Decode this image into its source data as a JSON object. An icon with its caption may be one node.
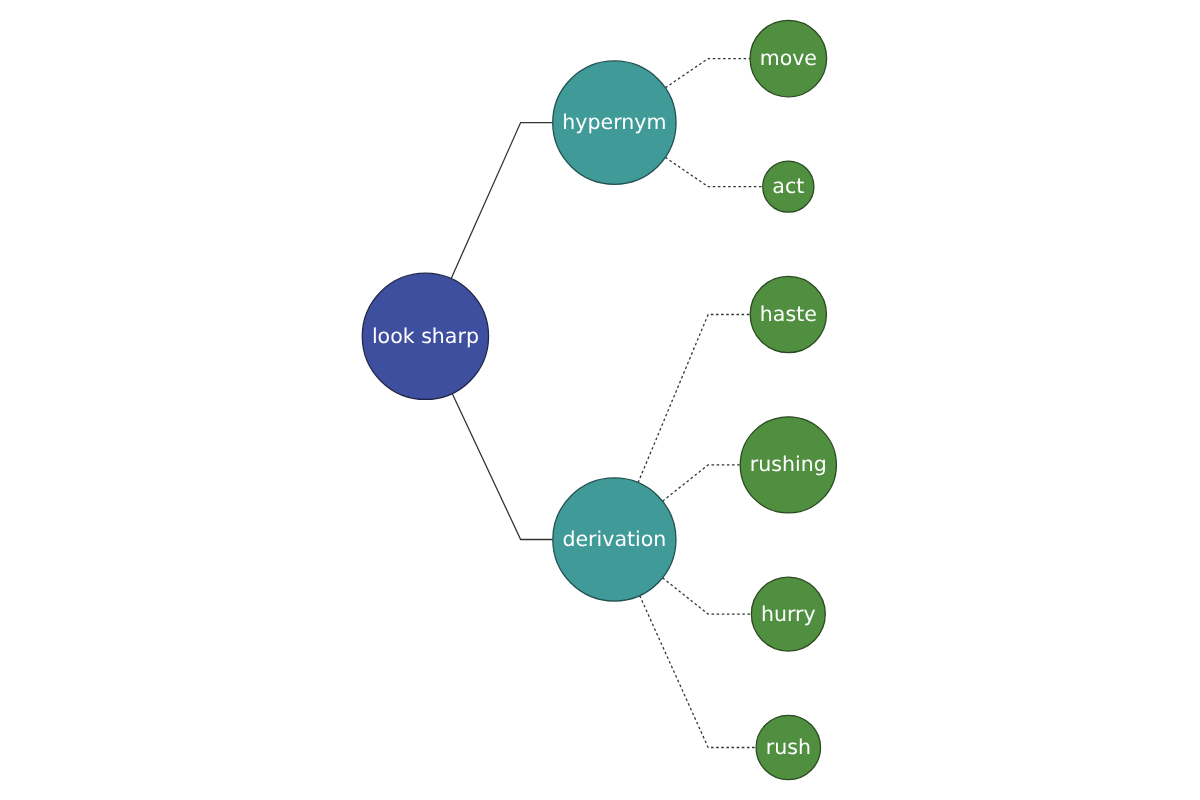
{
  "diagram": {
    "nodes": [
      {
        "text": [
          "haste"
        ]
      },
      {
        "text": [
          "rushing"
        ]
      },
      {
        "text": [
          "look sharp"
        ]
      },
      {
        "text": [
          "derivation"
        ]
      },
      {
        "text": [
          "hypernym"
        ]
      },
      {
        "text": [
          "move"
        ]
      },
      {
        "text": [
          "hurry"
        ]
      },
      {
        "text": [
          "rush"
        ]
      },
      {
        "text": [
          "act"
        ]
      }
    ],
    "edges": [
      {
        "from": 2,
        "to": 4,
        "arrow": "none"
      },
      {
        "from": 2,
        "to": 3,
        "arrow": "none"
      },
      {
        "from": 4,
        "to": 5,
        "arrow": "none",
        "style": "dashed"
      },
      {
        "from": 4,
        "to": 8,
        "arrow": "none",
        "style": "dashed"
      },
      {
        "from": 3,
        "to": 0,
        "arrow": "none",
        "style": "dashed"
      },
      {
        "from": 3,
        "to": 1,
        "arrow": "none",
        "style": "dashed"
      },
      {
        "from": 3,
        "to": 6,
        "arrow": "none",
        "style": "dashed"
      },
      {
        "from": 3,
        "to": 7,
        "arrow": "none",
        "style": "dashed"
      }
    ]
  }
}
